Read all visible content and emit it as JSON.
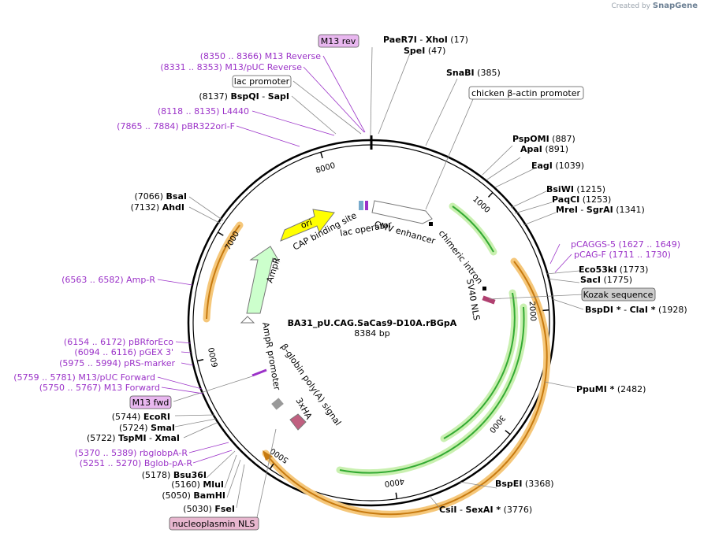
{
  "app": {
    "credit_text": "Created by",
    "brand": "SnapGene"
  },
  "plasmid": {
    "name": "BA31_pU.CAG.SaCas9-D10A.rBGpA",
    "length": "8384 bp",
    "total_bp": 8384
  },
  "colors": {
    "enzyme": "#000000",
    "primer": "#9b32c8",
    "ticks": "#000000",
    "ori": "#ffff00",
    "ampr": "#ccffcc",
    "cas9_border": "#f5a623",
    "green_feature": "#33aa33",
    "kozak": "#cccccc",
    "m13": "#e8b7ef",
    "nls": "#e8b7cf"
  },
  "ticks": [
    {
      "label": "1000",
      "bp": 1000
    },
    {
      "label": "2000",
      "bp": 2000
    },
    {
      "label": "3000",
      "bp": 3000
    },
    {
      "label": "4000",
      "bp": 4000
    },
    {
      "label": "5000",
      "bp": 5000
    },
    {
      "label": "6000",
      "bp": 6000
    },
    {
      "label": "7000",
      "bp": 7000
    },
    {
      "label": "8000",
      "bp": 8000
    }
  ],
  "enzymes": [
    {
      "name": "PaeR7I",
      "name2": "XhoI",
      "pos": "(17)",
      "bp": 17
    },
    {
      "name": "SpeI",
      "pos": "(47)",
      "bp": 47
    },
    {
      "name": "SnaBI",
      "pos": "(385)",
      "bp": 385
    },
    {
      "name": "PspOMI",
      "pos": "(887)",
      "bp": 887
    },
    {
      "name": "ApaI",
      "pos": "(891)",
      "bp": 891
    },
    {
      "name": "EagI",
      "pos": "(1039)",
      "bp": 1039
    },
    {
      "name": "BsiWI",
      "pos": "(1215)",
      "bp": 1215
    },
    {
      "name": "PaqCI",
      "pos": "(1253)",
      "bp": 1253
    },
    {
      "name": "MreI",
      "name2": "SgrAI",
      "pos": "(1341)",
      "bp": 1341
    },
    {
      "name": "Eco53kI",
      "pos": "(1773)",
      "bp": 1773
    },
    {
      "name": "SacI",
      "pos": "(1775)",
      "bp": 1775
    },
    {
      "name": "BspDI *",
      "name2": "ClaI *",
      "pos": "(1928)",
      "bp": 1928
    },
    {
      "name": "PpuMI *",
      "pos": "(2482)",
      "bp": 2482
    },
    {
      "name": "BspEI",
      "pos": "(3368)",
      "bp": 3368
    },
    {
      "name": "CsiI",
      "name2": "SexAI *",
      "pos": "(3776)",
      "bp": 3776
    },
    {
      "name": "FseI",
      "pos": "(5030)",
      "bp": 5030
    },
    {
      "name": "BamHI",
      "pos": "(5050)",
      "bp": 5050
    },
    {
      "name": "MluI",
      "pos": "(5160)",
      "bp": 5160
    },
    {
      "name": "Bsu36I",
      "pos": "(5178)",
      "bp": 5178
    },
    {
      "name": "TspMI",
      "name2": "XmaI",
      "pos": "(5722)",
      "bp": 5722
    },
    {
      "name": "SmaI",
      "pos": "(5724)",
      "bp": 5724
    },
    {
      "name": "EcoRI",
      "pos": "(5744)",
      "bp": 5744
    },
    {
      "name": "BsaI",
      "pos": "(7066)",
      "bp": 7066
    },
    {
      "name": "AhdI",
      "pos": "(7132)",
      "bp": 7132
    },
    {
      "name": "BspQI",
      "name2": "SapI",
      "pos": "(8137)",
      "bp": 8137
    }
  ],
  "primers": [
    {
      "range": "(8350 .. 8366)",
      "name": "M13 Reverse"
    },
    {
      "range": "(8331 .. 8353)",
      "name": "M13/pUC Reverse"
    },
    {
      "range": "(8118 .. 8135)",
      "name": "L4440"
    },
    {
      "range": "(7865 .. 7884)",
      "name": "pBR322ori-F"
    },
    {
      "range": "(6563 .. 6582)",
      "name": "Amp-R"
    },
    {
      "range": "(6154 .. 6172)",
      "name": "pBRforEco"
    },
    {
      "range": "(6094 .. 6116)",
      "name": "pGEX 3'"
    },
    {
      "range": "(5975 .. 5994)",
      "name": "pRS-marker"
    },
    {
      "range": "(5759 .. 5781)",
      "name": "M13/pUC Forward"
    },
    {
      "range": "(5750 .. 5767)",
      "name": "M13 Forward"
    },
    {
      "range": "(5370 .. 5389)",
      "name": "rbglobpA-R"
    },
    {
      "range": "(5251 .. 5270)",
      "name": "Bglob-pA-R"
    },
    {
      "range": "(1627 .. 1649)",
      "name": "pCAGGS-5"
    },
    {
      "range": "(1711 .. 1730)",
      "name": "pCAG-F"
    }
  ],
  "boxed_labels": {
    "m13_rev": "M13 rev",
    "lac_promoter": "lac promoter",
    "chicken_actin": "chicken β-actin promoter",
    "kozak": "Kozak sequence",
    "m13_fwd": "M13 fwd",
    "nucleoplasmin": "nucleoplasmin NLS"
  },
  "features": {
    "ori": "ori",
    "cap_site": "CAP binding site",
    "lac_operator": "lac operator",
    "cmv_enhancer": "CMV enhancer",
    "chimeric_intron": "chimeric intron",
    "sv40_nls": "SV40 NLS",
    "ampr": "AmpR",
    "ampr_promoter": "AmpR promoter",
    "bglobin_pa": "β-globin poly(A) signal",
    "three_xha": "3xHA"
  }
}
